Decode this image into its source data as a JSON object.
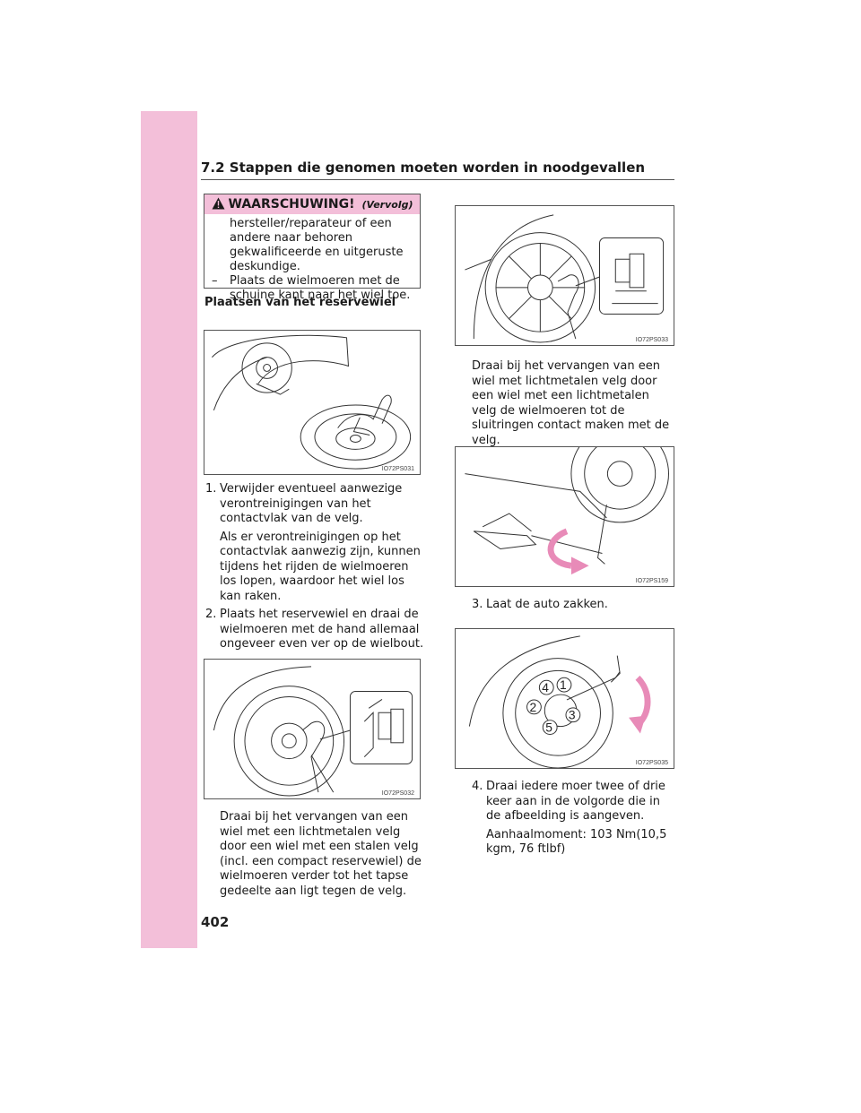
{
  "header": {
    "section": "7.2  Stappen die genomen moeten worden in noodgevallen"
  },
  "page_number": "402",
  "warning": {
    "title": "WAARSCHUWING!",
    "subtitle": "(Vervolg)",
    "continued_text": "hersteller/reparateur of een andere naar behoren gekwalificeerde en uitgeruste deskundige.",
    "bullet_dash": "–",
    "bullet_text": "Plaats de wielmoeren met de schuine kant naar het wiel toe."
  },
  "subheading": "Plaatsen van het reservewiel",
  "figures": {
    "fig1": {
      "code": "IO72PS031"
    },
    "fig2": {
      "code": "IO72PS032"
    },
    "fig3": {
      "code": "IO72PS033"
    },
    "fig4": {
      "code": "IO72PS159"
    },
    "fig5": {
      "code": "IO72PS035",
      "callouts": [
        "1",
        "2",
        "3",
        "4",
        "5"
      ]
    }
  },
  "steps": {
    "s1_num": "1.",
    "s1_text": "Verwijder eventueel aanwezige verontreinigingen van het contactvlak van de velg.",
    "s1_note": "Als er verontreinigingen op het contactvlak aanwezig zijn, kunnen tijdens het rijden de wielmoeren los lopen, waardoor het wiel los kan raken.",
    "s2_num": "2.",
    "s2_text": "Plaats het reservewiel en draai de wielmoeren met de hand allemaal ongeveer even ver op de wielbout.",
    "steel_note": "Draai bij het vervangen van een wiel met een lichtmetalen velg door een wiel met een stalen velg (incl. een compact reservewiel) de wielmoeren verder tot het tapse gedeelte aan ligt tegen de velg.",
    "alloy_note": "Draai bij het vervangen van een wiel met lichtmetalen velg door een wiel met een lichtmetalen velg de wielmoeren tot de sluitringen contact maken met de velg.",
    "s3_num": "3.",
    "s3_text": "Laat de auto zakken.",
    "s4_num": "4.",
    "s4_text": "Draai iedere moer twee of drie keer aan in de volgorde die in de afbeelding is aangeven.",
    "torque": "Aanhaalmoment: 103 Nm(10,5 kgm, 76 ftlbf)"
  },
  "colors": {
    "accent_pink": "#f3bfd9",
    "arrow_pink": "#e88bb8"
  }
}
